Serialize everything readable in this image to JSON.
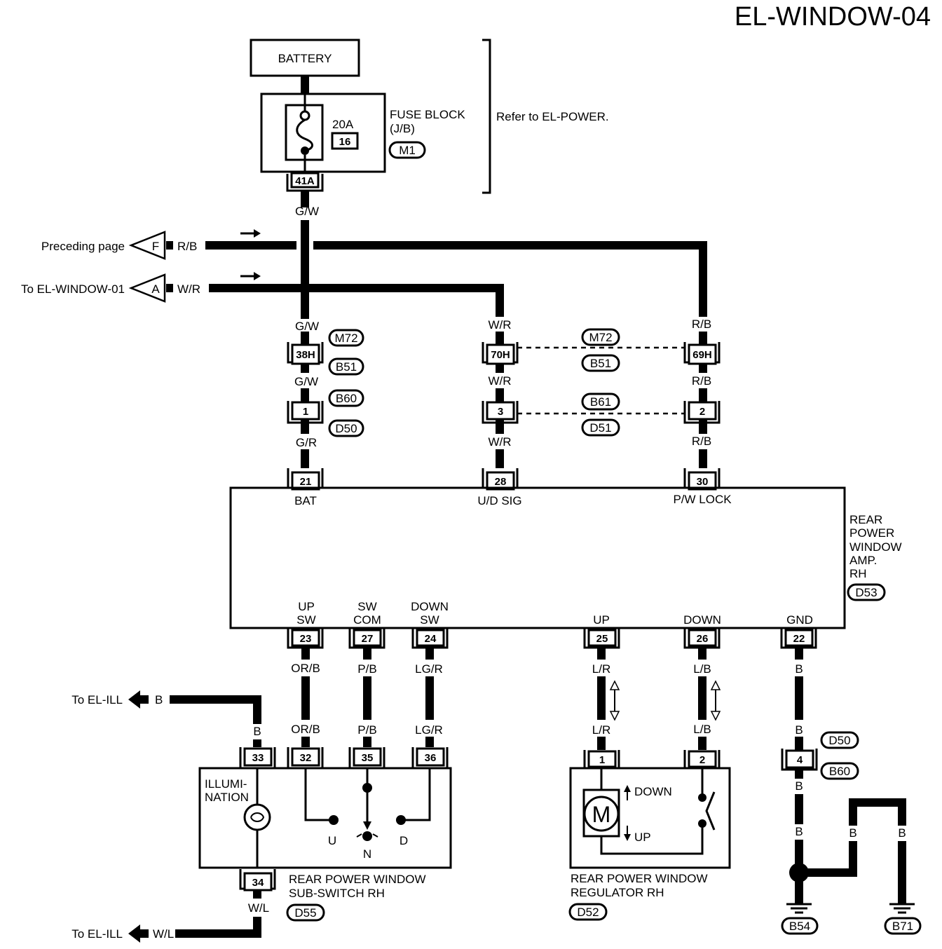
{
  "page_title": "EL-WINDOW-04",
  "battery": "BATTERY",
  "fuse_block": {
    "label_1": "FUSE BLOCK",
    "label_2": "(J/B)",
    "amp": "20A",
    "fuse_no": "16",
    "connector": "M1",
    "terminal": "41A"
  },
  "refer_text": "Refer to EL-POWER.",
  "left_links": [
    {
      "text": "Preceding page",
      "letter": "F",
      "wire": "R/B"
    },
    {
      "text": "To EL-WINDOW-01",
      "letter": "A",
      "wire": "W/R"
    }
  ],
  "wire_colors": {
    "gw": "G/W",
    "wr": "W/R",
    "rb": "R/B",
    "gr": "G/R",
    "orb": "OR/B",
    "pb": "P/B",
    "lgr": "LG/R",
    "lr": "L/R",
    "lb": "L/B",
    "b": "B",
    "wl": "W/L"
  },
  "connectors": {
    "m72": "M72",
    "b51": "B51",
    "b60": "B60",
    "d50": "D50",
    "b61": "B61",
    "d51": "D51",
    "d53": "D53",
    "d55": "D55",
    "d52": "D52",
    "b54": "B54",
    "b71": "B71"
  },
  "pins": {
    "p38h": "38H",
    "p70h": "70H",
    "p69h": "69H",
    "p1": "1",
    "p3": "3",
    "p2": "2",
    "p21": "21",
    "p28": "28",
    "p30": "30",
    "p23": "23",
    "p27": "27",
    "p24": "24",
    "p25": "25",
    "p26": "26",
    "p22": "22",
    "p33": "33",
    "p32": "32",
    "p35": "35",
    "p36": "36",
    "p34": "34",
    "p4": "4"
  },
  "amp": {
    "name_lines": [
      "REAR",
      "POWER",
      "WINDOW",
      "AMP.",
      "RH"
    ],
    "top_terms": [
      "BAT",
      "U/D SIG",
      "P/W LOCK"
    ],
    "bottom_terms": {
      "up_sw": [
        "UP",
        "SW"
      ],
      "sw_com": [
        "SW",
        "COM"
      ],
      "down_sw": [
        "DOWN",
        "SW"
      ],
      "up": "UP",
      "down": "DOWN",
      "gnd": "GND"
    }
  },
  "subswitch": {
    "illum_1": "ILLUMI-",
    "illum_2": "NATION",
    "u": "U",
    "n": "N",
    "d": "D",
    "name_1": "REAR POWER WINDOW",
    "name_2": "SUB-SWITCH RH"
  },
  "regulator": {
    "motor": "M",
    "down": "DOWN",
    "up": "UP",
    "name_1": "REAR POWER WINDOW",
    "name_2": "REGULATOR RH"
  },
  "ill_links": [
    {
      "text": "To EL-ILL",
      "wire": "B"
    },
    {
      "text": "To EL-ILL",
      "wire": "W/L"
    }
  ]
}
